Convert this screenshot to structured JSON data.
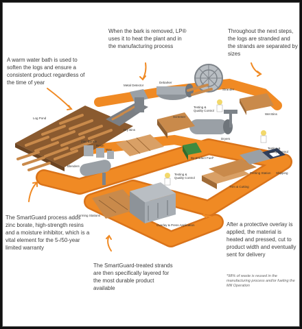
{
  "notes": {
    "bark": "When the bark is removed, LP® uses it to heat the plant and in the manufacturing process",
    "strands": "Throughout the next steps, the logs are stranded and the strands are separated by sizes",
    "water_bath": "A warm water bath is used to soften the logs and ensure a consistent product regardless of the time of year",
    "smartguard": "The SmartGuard process adds zinc borate, high-strength resins and a moisture inhibitor, which is a vital element for the 5-/50-year limited warranty",
    "layered": "The SmartGuard-treated strands are then specifically layered for the most durable product available",
    "overlay": "After a protective overlay is applied, the material is heated and pressed, cut to product width and eventually sent for delivery"
  },
  "footnote": "*98% of waste is reused in the manufacturing process and/or fueling the Mill Operation",
  "labels": {
    "log_pond": "Log Pond",
    "metal_detector": "Metal Detector",
    "debarker": "Debarker",
    "strander": "Strander",
    "testing_top": "Testing & Quality Control",
    "wet_bins": "Wet Bins",
    "dry_bins": "Dry Bins",
    "screener": "Screener",
    "dryers": "Dryers",
    "byproduct": "By-product Fuel*",
    "zinc_borate": "Zinc Borate",
    "resin": "Resin",
    "wax": "Wax",
    "blenders": "Blenders",
    "testing_right": "Testing & Quality Control",
    "printing": "Printing Station",
    "shipping": "Shipping",
    "testing_mid": "Testing & Quality Control",
    "trim": "Trim & Cutting",
    "forming": "Forming Stations",
    "overlay_press": "Overlay & Press Application"
  },
  "colors": {
    "conveyor": "#f08a24",
    "conveyor_edge": "#d9731a",
    "arrow": "#f08a24",
    "machine": "#9aa0a6",
    "wood": "#c98a4b"
  }
}
